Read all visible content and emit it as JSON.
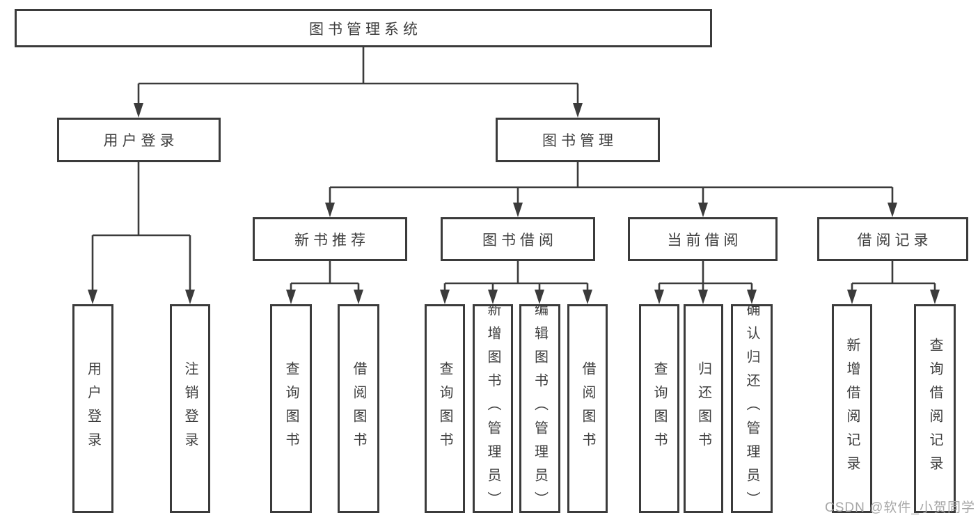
{
  "diagram": {
    "title_node": "图书管理系统",
    "nodes": {
      "user_login": "用户登录",
      "book_mgmt": "图书管理",
      "new_books": "新书推荐",
      "book_borrow": "图书借阅",
      "current_borrow": "当前借阅",
      "borrow_records": "借阅记录"
    },
    "leaves": {
      "user_login": [
        "用户登录",
        "注销登录"
      ],
      "new_books": [
        "查询图书",
        "借阅图书"
      ],
      "book_borrow": [
        "查询图书",
        "新增图书（管理员）",
        "编辑图书（管理员）",
        "借阅图书"
      ],
      "current_borrow": [
        "查询图书",
        "归还图书",
        "确认归还（管理员）"
      ],
      "borrow_records": [
        "新增借阅记录",
        "查询借阅记录"
      ]
    },
    "watermark": "CSDN @软件_小贺同学",
    "colors": {
      "border": "#3b3b3b",
      "line": "#3b3b3b",
      "text": "#3e3e3e",
      "watermark": "#a6a6a6",
      "background": "#ffffff"
    }
  }
}
